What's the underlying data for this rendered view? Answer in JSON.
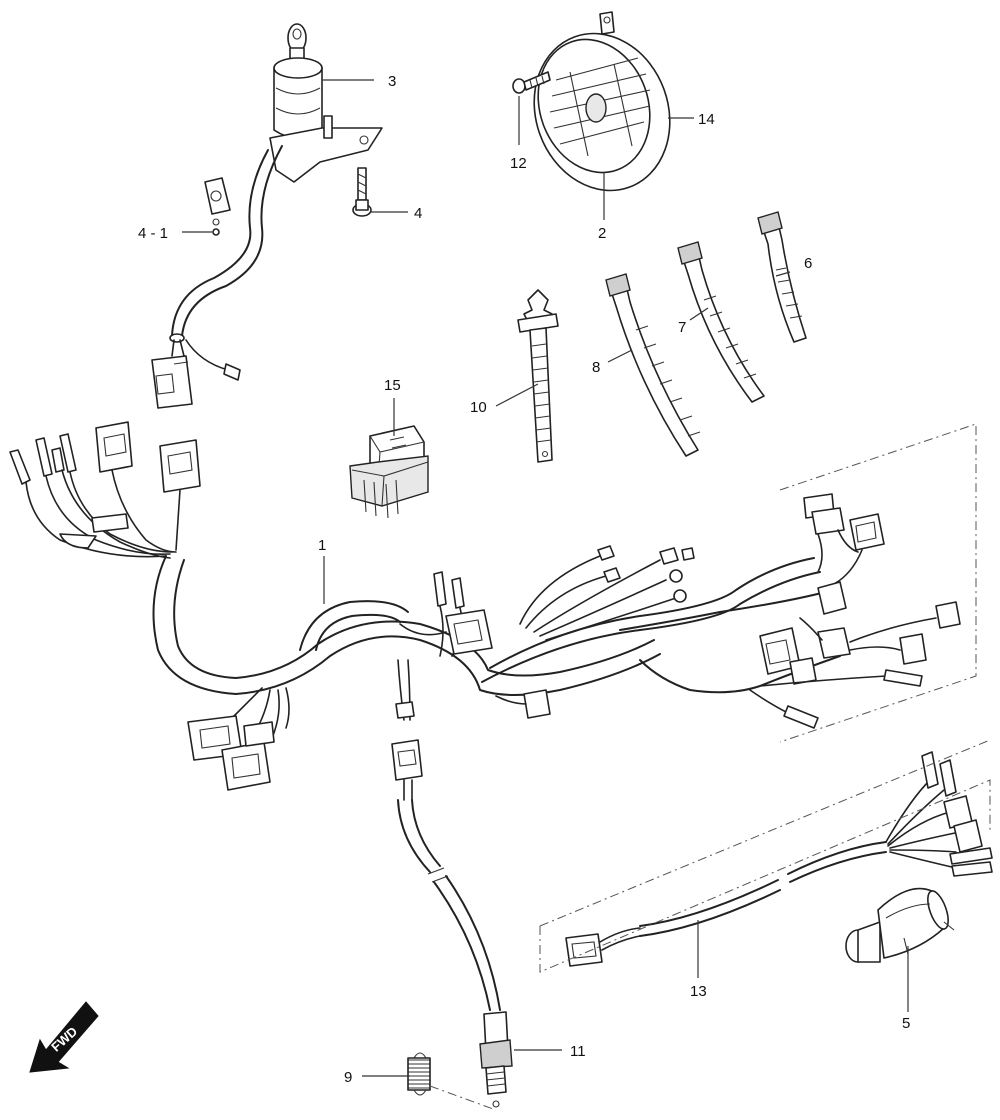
{
  "callouts": {
    "c1": "1",
    "c2": "2",
    "c3": "3",
    "c4": "4",
    "c4_1": "4 - 1",
    "c5": "5",
    "c6": "6",
    "c7": "7",
    "c8": "8",
    "c9": "9",
    "c10": "10",
    "c11": "11",
    "c12": "12",
    "c13": "13",
    "c14": "14",
    "c15": "15"
  },
  "direction_arrow": {
    "label": "FWD",
    "icon": "arrow-left-down-icon"
  }
}
